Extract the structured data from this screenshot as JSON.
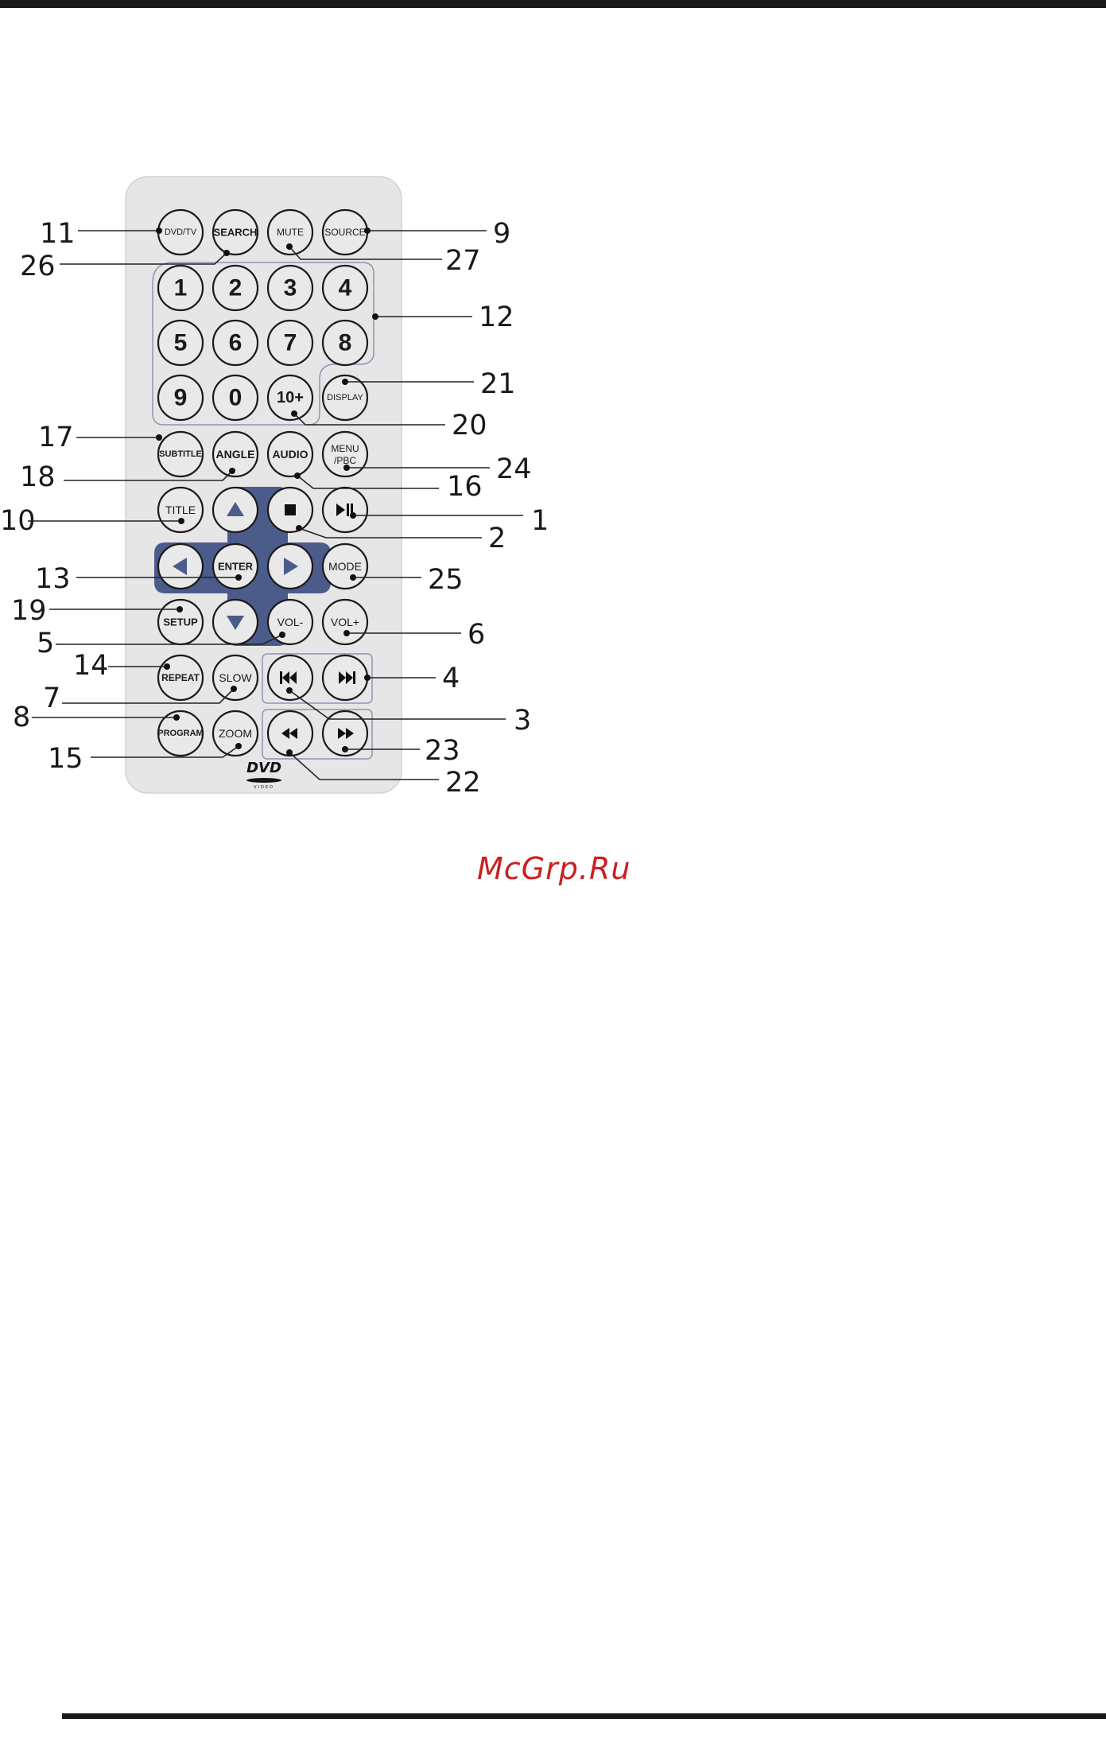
{
  "watermark": "McGrp.Ru",
  "logo": {
    "line1": "DVD",
    "line2": "VIDEO"
  },
  "colors": {
    "body": "#e6e6e6",
    "button": "#e9e9e9",
    "dpad": "#4b5b8a",
    "group_outline": "#8c96b4",
    "watermark": "#cc1f1f"
  },
  "buttons": [
    {
      "id": "dvd-tv",
      "label": "DVD/TV",
      "size": 11
    },
    {
      "id": "search",
      "label": "SEARCH",
      "size": 13,
      "bold": true
    },
    {
      "id": "mute",
      "label": "MUTE",
      "size": 12
    },
    {
      "id": "source",
      "label": "SOURCE",
      "size": 12
    },
    {
      "id": "num-1",
      "label": "1",
      "size": 30,
      "bold": true
    },
    {
      "id": "num-2",
      "label": "2",
      "size": 30,
      "bold": true
    },
    {
      "id": "num-3",
      "label": "3",
      "size": 30,
      "bold": true
    },
    {
      "id": "num-4",
      "label": "4",
      "size": 30,
      "bold": true
    },
    {
      "id": "num-5",
      "label": "5",
      "size": 30,
      "bold": true
    },
    {
      "id": "num-6",
      "label": "6",
      "size": 30,
      "bold": true
    },
    {
      "id": "num-7",
      "label": "7",
      "size": 30,
      "bold": true
    },
    {
      "id": "num-8",
      "label": "8",
      "size": 30,
      "bold": true
    },
    {
      "id": "num-9",
      "label": "9",
      "size": 30,
      "bold": true
    },
    {
      "id": "num-0",
      "label": "0",
      "size": 30,
      "bold": true
    },
    {
      "id": "ten-plus",
      "label": "10+",
      "size": 20,
      "bold": true
    },
    {
      "id": "display",
      "label": "DISPLAY",
      "size": 11
    },
    {
      "id": "subtitle",
      "label": "SUBTITLE",
      "size": 11,
      "bold": true
    },
    {
      "id": "angle",
      "label": "ANGLE",
      "size": 14,
      "bold": true
    },
    {
      "id": "audio",
      "label": "AUDIO",
      "size": 14,
      "bold": true
    },
    {
      "id": "menu-pbc",
      "label": "MENU",
      "label2": "/PBC",
      "size": 12
    },
    {
      "id": "title",
      "label": "TITLE",
      "size": 14
    },
    {
      "id": "stop",
      "label": "",
      "size": 0
    },
    {
      "id": "play-pause",
      "label": "",
      "size": 0
    },
    {
      "id": "left",
      "label": "",
      "size": 0
    },
    {
      "id": "enter",
      "label": "ENTER",
      "size": 13,
      "bold": true
    },
    {
      "id": "right",
      "label": "",
      "size": 0
    },
    {
      "id": "up",
      "label": "",
      "size": 0
    },
    {
      "id": "down",
      "label": "",
      "size": 0
    },
    {
      "id": "mode",
      "label": "MODE",
      "size": 14
    },
    {
      "id": "setup",
      "label": "SETUP",
      "size": 13,
      "bold": true
    },
    {
      "id": "vol-minus",
      "label": "VOL-",
      "size": 14
    },
    {
      "id": "vol-plus",
      "label": "VOL+",
      "size": 14
    },
    {
      "id": "repeat",
      "label": "REPEAT",
      "size": 12,
      "bold": true
    },
    {
      "id": "slow",
      "label": "SLOW",
      "size": 14
    },
    {
      "id": "prev",
      "label": "",
      "size": 0
    },
    {
      "id": "next",
      "label": "",
      "size": 0
    },
    {
      "id": "program",
      "label": "PROGRAM",
      "size": 11,
      "bold": true
    },
    {
      "id": "zoom",
      "label": "ZOOM",
      "size": 14
    },
    {
      "id": "rewind",
      "label": "",
      "size": 0
    },
    {
      "id": "fast-forward",
      "label": "",
      "size": 0
    }
  ],
  "callouts": [
    {
      "num": "11",
      "target": "dvd-tv"
    },
    {
      "num": "26",
      "target": "search"
    },
    {
      "num": "27",
      "target": "mute"
    },
    {
      "num": "9",
      "target": "source"
    },
    {
      "num": "12",
      "target": "number-keys"
    },
    {
      "num": "21",
      "target": "display"
    },
    {
      "num": "20",
      "target": "ten-plus"
    },
    {
      "num": "17",
      "target": "subtitle"
    },
    {
      "num": "18",
      "target": "angle"
    },
    {
      "num": "16",
      "target": "audio"
    },
    {
      "num": "24",
      "target": "menu-pbc"
    },
    {
      "num": "10",
      "target": "title"
    },
    {
      "num": "2",
      "target": "stop"
    },
    {
      "num": "1",
      "target": "play-pause"
    },
    {
      "num": "13",
      "target": "enter"
    },
    {
      "num": "25",
      "target": "mode"
    },
    {
      "num": "19",
      "target": "setup"
    },
    {
      "num": "5",
      "target": "vol-minus"
    },
    {
      "num": "6",
      "target": "vol-plus"
    },
    {
      "num": "14",
      "target": "repeat"
    },
    {
      "num": "4",
      "target": "next"
    },
    {
      "num": "7",
      "target": "slow"
    },
    {
      "num": "3",
      "target": "prev"
    },
    {
      "num": "8",
      "target": "program"
    },
    {
      "num": "23",
      "target": "fast-forward"
    },
    {
      "num": "15",
      "target": "zoom"
    },
    {
      "num": "22",
      "target": "rewind"
    }
  ]
}
